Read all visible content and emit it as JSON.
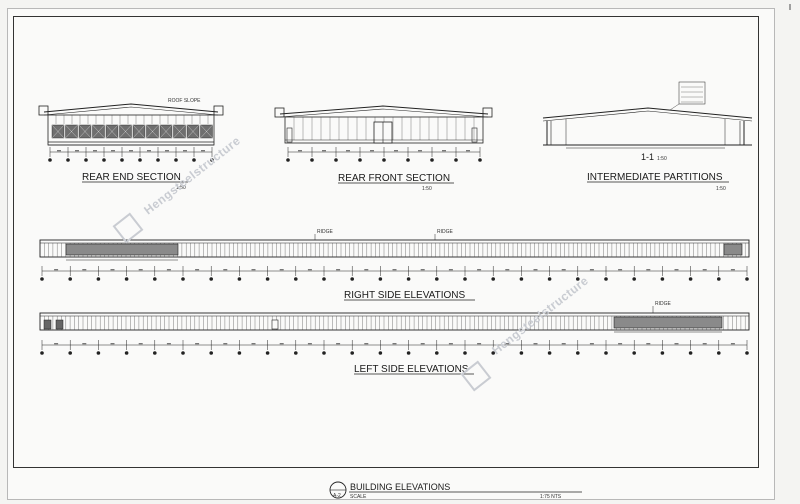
{
  "views": {
    "rear_end": {
      "title": "REAR END SECTION",
      "scale": "1:50"
    },
    "rear_front": {
      "title": "REAR FRONT SECTION",
      "scale": "1:50"
    },
    "intermediate": {
      "title": "INTERMEDIATE PARTITIONS",
      "scale": "1:50",
      "section_mark": "1-1",
      "section_scale": "1:50"
    },
    "right_side": {
      "title": "RIGHT SIDE ELEVATIONS"
    },
    "left_side": {
      "title": "LEFT SIDE ELEVATIONS"
    }
  },
  "title_block": {
    "title": "BUILDING ELEVATIONS",
    "sheet_ref": "A-2",
    "scale_label": "SCALE",
    "scale_value": "1:75 NTS"
  },
  "watermark": "Hengsteelstructure"
}
